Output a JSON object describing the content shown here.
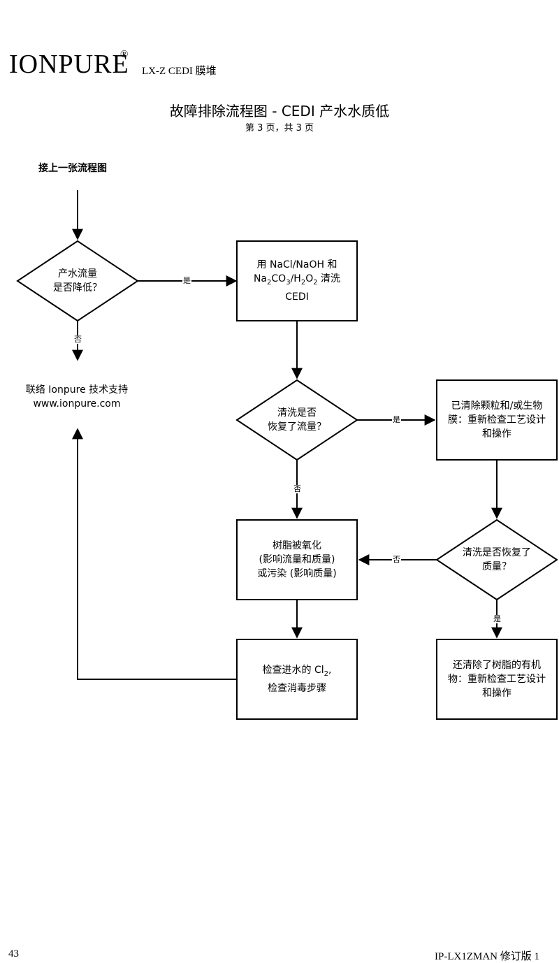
{
  "header": {
    "brand": "IONPURE",
    "registered": "®",
    "product": "LX-Z CEDI 膜堆"
  },
  "page_title": "故障排除流程图 - CEDI 产水水质低",
  "page_subtitle": "第 3 页，共 3 页",
  "continued_from": "接上一张流程图",
  "nodes": {
    "d1": {
      "line1": "产水流量",
      "line2": "是否降低？"
    },
    "box1": {
      "line1": "用 NaCl/NaOH 和",
      "line2_pre": "Na",
      "line2_sub1": "2",
      "line2_mid1": "CO",
      "line2_sub2": "3",
      "line2_mid2": "/H",
      "line2_sub3": "2",
      "line2_mid3": "O",
      "line2_sub4": "2",
      "line2_post": " 清洗",
      "line3": "CEDI"
    },
    "contact": {
      "line1": "联络 Ionpure 技术支持",
      "line2": "www.ionpure.com"
    },
    "d2": {
      "line1": "清洗是否",
      "line2": "恢复了流量？"
    },
    "box2": {
      "line1": "已清除颗粒和/或生物",
      "line2": "膜：重新检查工艺设计",
      "line3": "和操作"
    },
    "box3": {
      "line1": "树脂被氧化",
      "line2": "(影响流量和质量)",
      "line3": "或污染 (影响质量)"
    },
    "d3": {
      "line1": "清洗是否恢复了",
      "line2": "质量？"
    },
    "box4": {
      "line1_pre": "检查进水的 Cl",
      "line1_sub": "2",
      "line1_post": ",",
      "line2": "检查消毒步骤"
    },
    "box5": {
      "line1": "还清除了树脂的有机",
      "line2": "物：重新检查工艺设计",
      "line3": "和操作"
    }
  },
  "edge_labels": {
    "yes": "是",
    "no": "否"
  },
  "footer": {
    "page_number": "43",
    "doc_ref": "IP-LX1ZMAN 修订版 1"
  }
}
